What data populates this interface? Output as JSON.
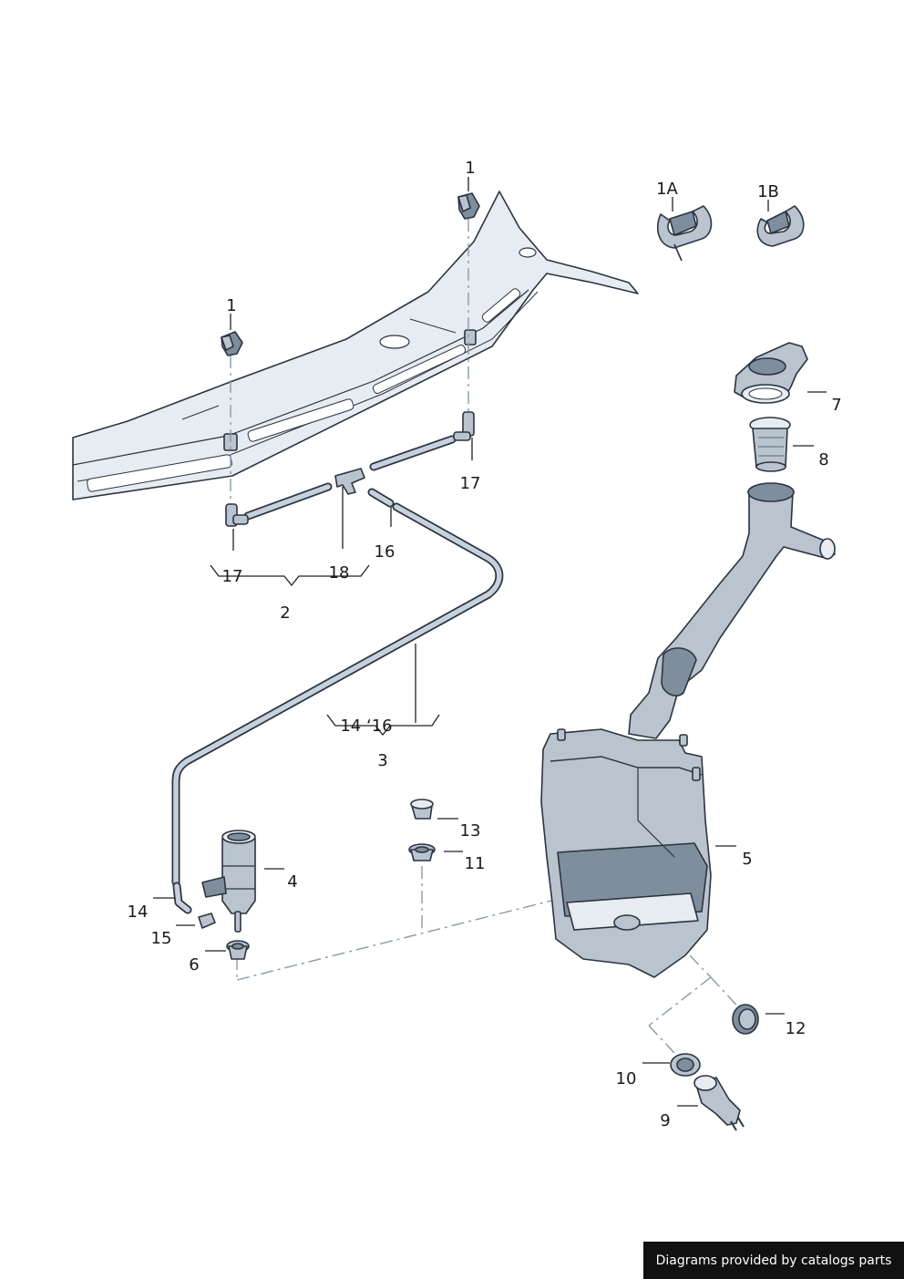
{
  "callouts": {
    "c1_top": "1",
    "c1_left": "1",
    "c1A": "1A",
    "c1B": "1B",
    "c7": "7",
    "c8": "8",
    "c17_right": "17",
    "c17_left": "17",
    "c18": "18",
    "c16": "16",
    "c2": "2",
    "c14_16": "14 ‘16",
    "c3": "3",
    "c4": "4",
    "c14": "14",
    "c15": "15",
    "c6": "6",
    "c13": "13",
    "c11": "11",
    "c5": "5",
    "c12": "12",
    "c10": "10",
    "c9": "9"
  },
  "footer": {
    "text": "Diagrams provided by catalogs parts"
  }
}
